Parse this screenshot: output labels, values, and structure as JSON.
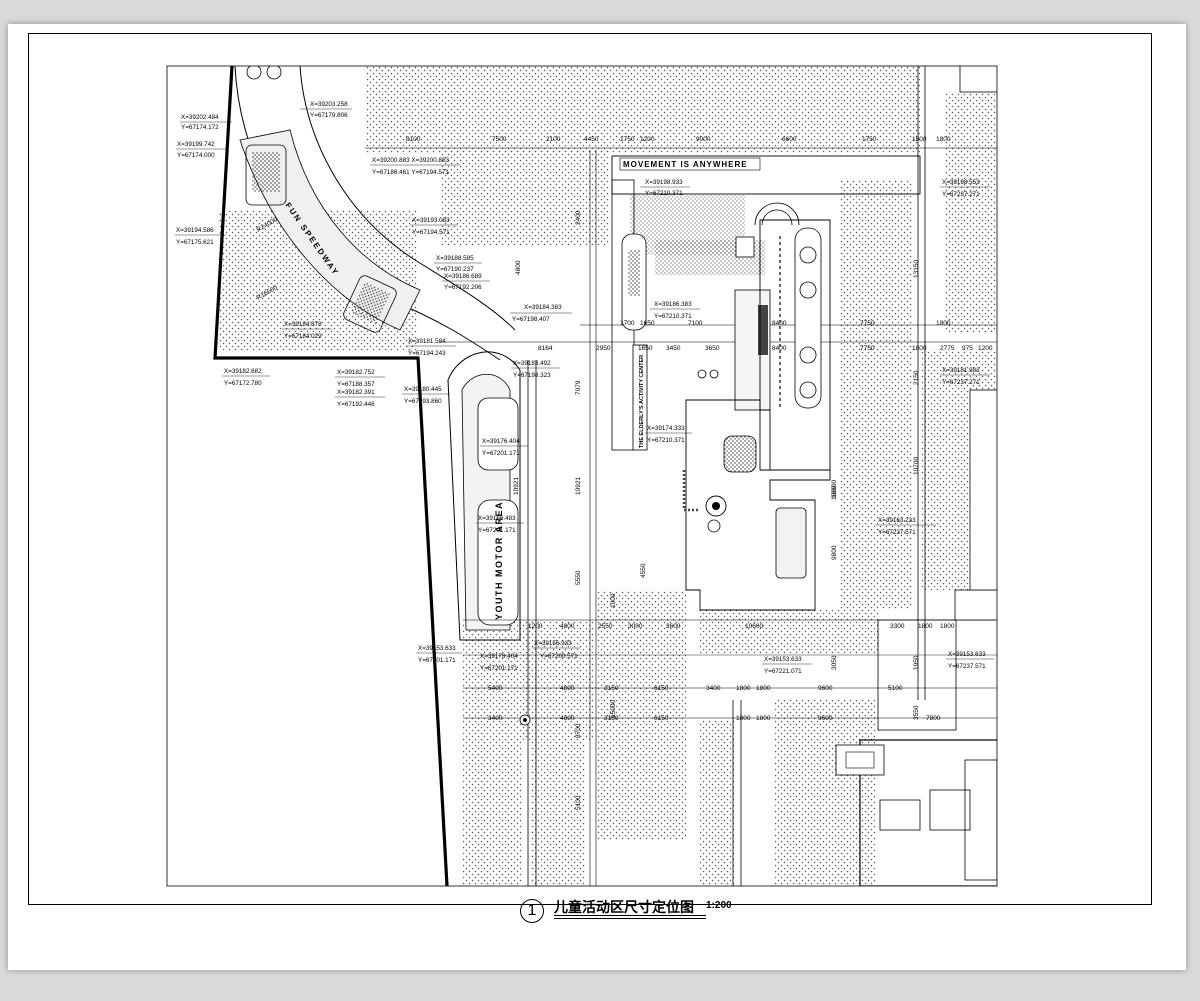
{
  "drawing": {
    "title": "儿童活动区尺寸定位图",
    "scale": "1:200",
    "sheet_number": "1"
  },
  "area_labels": {
    "fun_speedway": "FUN SPEEDWAY",
    "youth_motor_area": "YOUTH MOTOR AREA",
    "movement": "MOVEMENT IS ANYWHERE",
    "elderly_center": "THE ELDERLY'S ACTIVITY CENTER"
  },
  "coordinates": [
    {
      "x": "X=39202.484",
      "y": "Y=67174.172"
    },
    {
      "x": "X=39203.258",
      "y": "Y=67179.806"
    },
    {
      "x": "X=39199.742",
      "y": "Y=67174.000"
    },
    {
      "x": "X=39200.883 X=39200.883",
      "y": "Y=67186.461 Y=67194.571"
    },
    {
      "x": "X=39194.586",
      "y": "Y=67175.621"
    },
    {
      "x": "X=39193.083",
      "y": "Y=67194.571"
    },
    {
      "x": "X=39188.585",
      "y": "Y=67190.237"
    },
    {
      "x": "X=39186.689",
      "y": "Y=67192.206"
    },
    {
      "x": "X=39184.383",
      "y": "Y=67198.407"
    },
    {
      "x": "X=39184.878",
      "y": "Y=67184.029"
    },
    {
      "x": "X=39181.584",
      "y": "Y=67194.243"
    },
    {
      "x": "X=39183.492",
      "y": "Y=67198.323"
    },
    {
      "x": "X=39182.682",
      "y": "Y=67172.780"
    },
    {
      "x": "X=39182.752",
      "y": "Y=67188.357"
    },
    {
      "x": "X=39182.391",
      "y": "Y=67192.448"
    },
    {
      "x": "X=39180.445",
      "y": "Y=67193.860"
    },
    {
      "x": "X=39198.933",
      "y": "Y=67210.371"
    },
    {
      "x": "X=39186.383",
      "y": "Y=67210.371"
    },
    {
      "x": "X=39174.333",
      "y": "Y=67210.371"
    },
    {
      "x": "X=39176.404",
      "y": "Y=67201.171"
    },
    {
      "x": "X=39166.483",
      "y": "Y=67201.171"
    },
    {
      "x": "X=39156.933",
      "y": "Y=67200.571"
    },
    {
      "x": "X=39153.633",
      "y": "Y=67201.171"
    },
    {
      "x": "X=39153.633",
      "y": "Y=67221.071"
    },
    {
      "x": "X=39198.553",
      "y": "Y=67237.271"
    },
    {
      "x": "X=39181.983",
      "y": "Y=67237.271"
    },
    {
      "x": "X=39163.233",
      "y": "Y=67237.571"
    },
    {
      "x": "X=39153.633",
      "y": "Y=67237.571"
    }
  ],
  "dimensions": {
    "top_row": [
      "8100",
      "7500",
      "2100",
      "4450",
      "1750",
      "1200",
      "9000",
      "6600",
      "1750",
      "1800",
      "1800"
    ],
    "row_1650": [
      "8164",
      "2950",
      "1650",
      "3450",
      "3650",
      "8400",
      "7750",
      "1800",
      "2775",
      "975",
      "1200"
    ],
    "row_7100": [
      "1700",
      "1650",
      "7100",
      "8400",
      "7750",
      "1800"
    ],
    "vertical_left": [
      "4800",
      "10921",
      "10921",
      "7079",
      "5550",
      "4550"
    ],
    "row_lower": [
      "1200",
      "4800",
      "2550",
      "3000",
      "3600",
      "10600",
      "3300",
      "1800",
      "1800"
    ],
    "row_mid_1": [
      "5400",
      "4800",
      "3150",
      "6150",
      "3400",
      "1800",
      "1800",
      "9600",
      "5100"
    ],
    "row_mid_2": [
      "3400",
      "4800",
      "3150",
      "6150",
      "1800",
      "1800",
      "9600",
      "7800"
    ],
    "vertical_right": [
      "13150",
      "10700",
      "10600",
      "9800",
      "2150",
      "1950",
      "3050",
      "3550"
    ],
    "radius": [
      "R24000",
      "R16500"
    ],
    "misc": [
      "1700",
      "5100",
      "8700",
      "15000",
      "2400",
      "1000",
      "1600"
    ]
  },
  "colors": {
    "sheet": "#ffffff",
    "background": "#d9d9d9",
    "line": "#000000",
    "stipple": "#6a6a6a"
  }
}
